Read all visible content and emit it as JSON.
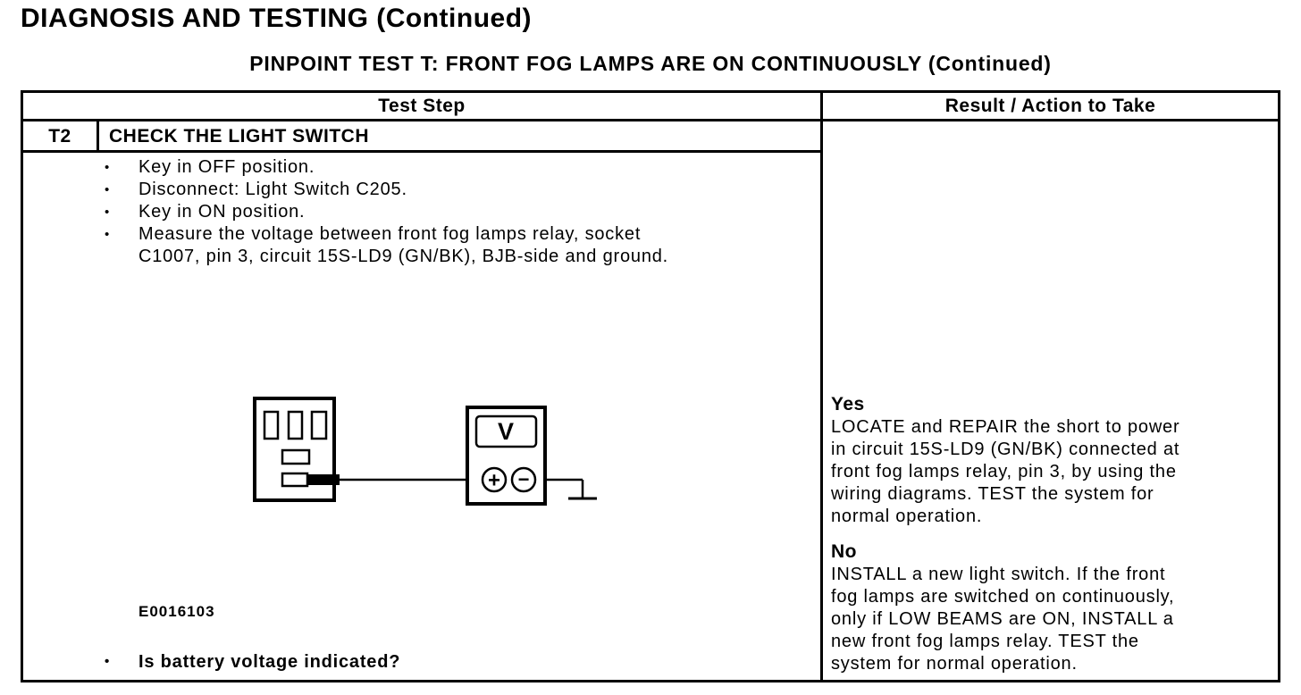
{
  "page": {
    "title": "DIAGNOSIS AND TESTING (Continued)",
    "subtitle": "PINPOINT TEST T: FRONT FOG LAMPS ARE ON CONTINUOUSLY (Continued)"
  },
  "table": {
    "header": {
      "test_step": "Test Step",
      "result_action": "Result / Action to Take"
    },
    "step": {
      "id": "T2",
      "title": "CHECK THE LIGHT SWITCH",
      "actions": [
        "Key in OFF position.",
        "Disconnect: Light Switch C205.",
        "Key in ON position.",
        "Measure the voltage between front fog lamps relay, socket\nC1007, pin 3, circuit 15S-LD9 (GN/BK), BJB-side and ground."
      ],
      "figure_label": "E0016103",
      "question": "Is battery voltage indicated?"
    },
    "results": [
      {
        "label": "Yes",
        "text": "LOCATE and REPAIR the short to power\nin circuit 15S-LD9 (GN/BK) connected at\nfront fog lamps relay, pin 3, by using the\nwiring diagrams. TEST the system for\nnormal operation."
      },
      {
        "label": "No",
        "text": "INSTALL a new light switch. If the front\nfog lamps are switched on continuously,\nonly if LOW BEAMS are ON, INSTALL a\nnew front fog lamps relay. TEST the\nsystem for normal operation."
      }
    ]
  },
  "diagram": {
    "meter_display": "V",
    "positive_terminal": "+",
    "negative_terminal": "−"
  },
  "bullet_glyph": "•"
}
